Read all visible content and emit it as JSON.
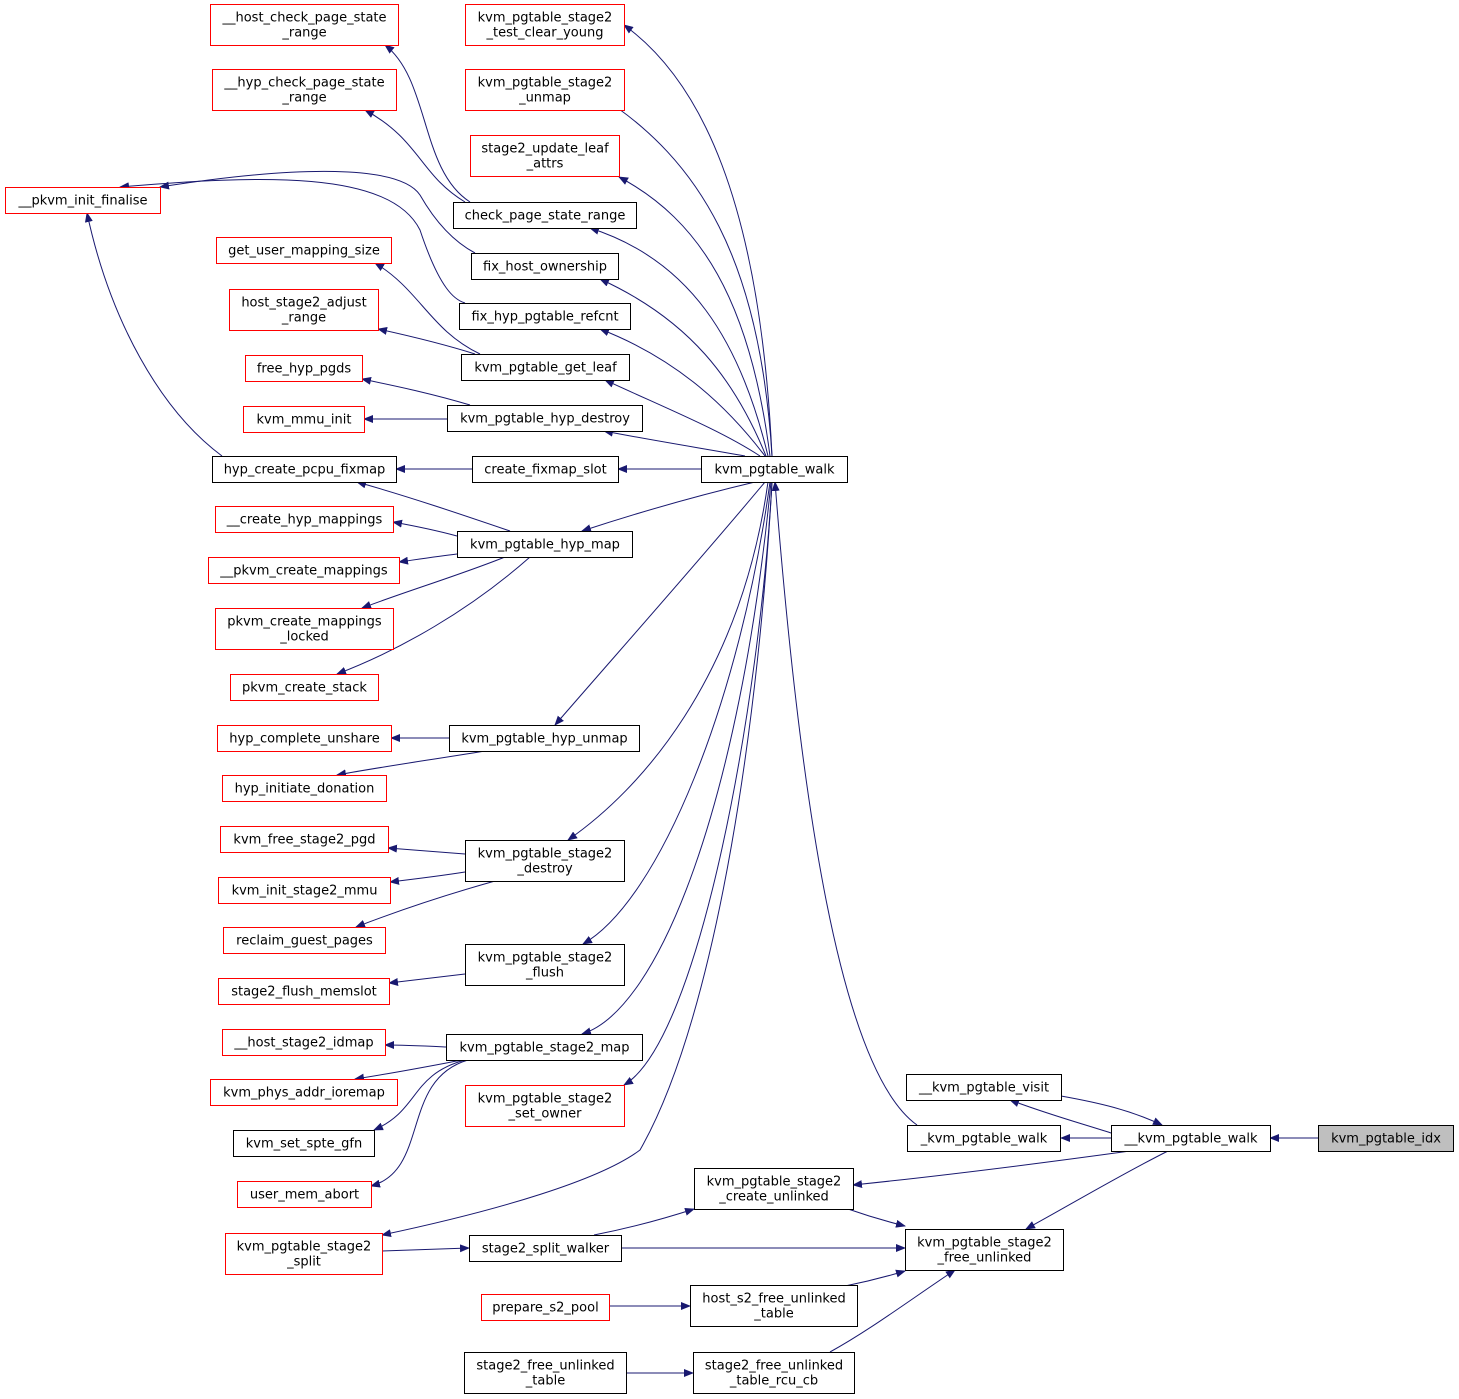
{
  "graph": {
    "edge_color": "#191970",
    "link_box_color": "#ff0000",
    "node_box_color": "#000000",
    "focus_fill": "#bfbfbf",
    "nodes": [
      {
        "id": "host_check",
        "lines": [
          "__host_check_page_state",
          "_range"
        ],
        "style": "red"
      },
      {
        "id": "hyp_check",
        "lines": [
          "__hyp_check_page_state",
          "_range"
        ],
        "style": "red"
      },
      {
        "id": "pkvm_init_finalise",
        "lines": [
          "__pkvm_init_finalise"
        ],
        "style": "red"
      },
      {
        "id": "get_user_mapping_size",
        "lines": [
          "get_user_mapping_size"
        ],
        "style": "red"
      },
      {
        "id": "host_stage2_adjust",
        "lines": [
          "host_stage2_adjust",
          "_range"
        ],
        "style": "red"
      },
      {
        "id": "free_hyp_pgds",
        "lines": [
          "free_hyp_pgds"
        ],
        "style": "red"
      },
      {
        "id": "kvm_mmu_init",
        "lines": [
          "kvm_mmu_init"
        ],
        "style": "red"
      },
      {
        "id": "hyp_create_pcpu_fixmap",
        "lines": [
          "hyp_create_pcpu_fixmap"
        ],
        "style": "black"
      },
      {
        "id": "create_hyp_mappings",
        "lines": [
          "__create_hyp_mappings"
        ],
        "style": "red"
      },
      {
        "id": "pkvm_create_mappings",
        "lines": [
          "__pkvm_create_mappings"
        ],
        "style": "red"
      },
      {
        "id": "pkvm_create_mappings_locked",
        "lines": [
          "pkvm_create_mappings",
          "_locked"
        ],
        "style": "red"
      },
      {
        "id": "pkvm_create_stack",
        "lines": [
          "pkvm_create_stack"
        ],
        "style": "red"
      },
      {
        "id": "hyp_complete_unshare",
        "lines": [
          "hyp_complete_unshare"
        ],
        "style": "red"
      },
      {
        "id": "hyp_initiate_donation",
        "lines": [
          "hyp_initiate_donation"
        ],
        "style": "red"
      },
      {
        "id": "kvm_free_stage2_pgd",
        "lines": [
          "kvm_free_stage2_pgd"
        ],
        "style": "red"
      },
      {
        "id": "kvm_init_stage2_mmu",
        "lines": [
          "kvm_init_stage2_mmu"
        ],
        "style": "red"
      },
      {
        "id": "reclaim_guest_pages",
        "lines": [
          "reclaim_guest_pages"
        ],
        "style": "red"
      },
      {
        "id": "stage2_flush_memslot",
        "lines": [
          "stage2_flush_memslot"
        ],
        "style": "red"
      },
      {
        "id": "host_stage2_idmap",
        "lines": [
          "__host_stage2_idmap"
        ],
        "style": "red"
      },
      {
        "id": "kvm_phys_addr_ioremap",
        "lines": [
          "kvm_phys_addr_ioremap"
        ],
        "style": "red"
      },
      {
        "id": "kvm_set_spte_gfn",
        "lines": [
          "kvm_set_spte_gfn"
        ],
        "style": "black"
      },
      {
        "id": "user_mem_abort",
        "lines": [
          "user_mem_abort"
        ],
        "style": "red"
      },
      {
        "id": "kvm_pgtable_stage2_split",
        "lines": [
          "kvm_pgtable_stage2",
          "_split"
        ],
        "style": "red"
      },
      {
        "id": "prepare_s2_pool",
        "lines": [
          "prepare_s2_pool"
        ],
        "style": "red"
      },
      {
        "id": "stage2_free_unlinked_table",
        "lines": [
          "stage2_free_unlinked",
          "_table"
        ],
        "style": "black"
      },
      {
        "id": "test_clear_young",
        "lines": [
          "kvm_pgtable_stage2",
          "_test_clear_young"
        ],
        "style": "red"
      },
      {
        "id": "stage2_unmap",
        "lines": [
          "kvm_pgtable_stage2",
          "_unmap"
        ],
        "style": "red"
      },
      {
        "id": "stage2_update_leaf_attrs",
        "lines": [
          "stage2_update_leaf",
          "_attrs"
        ],
        "style": "red"
      },
      {
        "id": "check_page_state_range",
        "lines": [
          "check_page_state_range"
        ],
        "style": "black"
      },
      {
        "id": "fix_host_ownership",
        "lines": [
          "fix_host_ownership"
        ],
        "style": "black"
      },
      {
        "id": "fix_hyp_pgtable_refcnt",
        "lines": [
          "fix_hyp_pgtable_refcnt"
        ],
        "style": "black"
      },
      {
        "id": "kvm_pgtable_get_leaf",
        "lines": [
          "kvm_pgtable_get_leaf"
        ],
        "style": "black"
      },
      {
        "id": "kvm_pgtable_hyp_destroy",
        "lines": [
          "kvm_pgtable_hyp_destroy"
        ],
        "style": "black"
      },
      {
        "id": "create_fixmap_slot",
        "lines": [
          "create_fixmap_slot"
        ],
        "style": "black"
      },
      {
        "id": "kvm_pgtable_hyp_map",
        "lines": [
          "kvm_pgtable_hyp_map"
        ],
        "style": "black"
      },
      {
        "id": "kvm_pgtable_hyp_unmap",
        "lines": [
          "kvm_pgtable_hyp_unmap"
        ],
        "style": "black"
      },
      {
        "id": "stage2_destroy",
        "lines": [
          "kvm_pgtable_stage2",
          "_destroy"
        ],
        "style": "black"
      },
      {
        "id": "stage2_flush",
        "lines": [
          "kvm_pgtable_stage2",
          "_flush"
        ],
        "style": "black"
      },
      {
        "id": "stage2_map",
        "lines": [
          "kvm_pgtable_stage2_map"
        ],
        "style": "black"
      },
      {
        "id": "stage2_set_owner",
        "lines": [
          "kvm_pgtable_stage2",
          "_set_owner"
        ],
        "style": "red"
      },
      {
        "id": "stage2_create_unlinked",
        "lines": [
          "kvm_pgtable_stage2",
          "_create_unlinked"
        ],
        "style": "black"
      },
      {
        "id": "stage2_split_walker",
        "lines": [
          "stage2_split_walker"
        ],
        "style": "black"
      },
      {
        "id": "host_s2_free_unlinked_table",
        "lines": [
          "host_s2_free_unlinked",
          "_table"
        ],
        "style": "black"
      },
      {
        "id": "stage2_free_unlinked_table_rcu_cb",
        "lines": [
          "stage2_free_unlinked",
          "_table_rcu_cb"
        ],
        "style": "black"
      },
      {
        "id": "kvm_pgtable_walk",
        "lines": [
          "kvm_pgtable_walk"
        ],
        "style": "black"
      },
      {
        "id": "kvm_pgtable_visit",
        "lines": [
          "__kvm_pgtable_visit"
        ],
        "style": "black"
      },
      {
        "id": "_kvm_pgtable_walk",
        "lines": [
          "_kvm_pgtable_walk"
        ],
        "style": "black"
      },
      {
        "id": "stage2_free_unlinked",
        "lines": [
          "kvm_pgtable_stage2",
          "_free_unlinked"
        ],
        "style": "black"
      },
      {
        "id": "__kvm_pgtable_walk",
        "lines": [
          "__kvm_pgtable_walk"
        ],
        "style": "black"
      },
      {
        "id": "kvm_pgtable_idx",
        "lines": [
          "kvm_pgtable_idx"
        ],
        "style": "focus"
      }
    ],
    "edges": [
      [
        "host_check",
        "check_page_state_range"
      ],
      [
        "hyp_check",
        "check_page_state_range"
      ],
      [
        "pkvm_init_finalise",
        "fix_host_ownership"
      ],
      [
        "pkvm_init_finalise",
        "fix_hyp_pgtable_refcnt"
      ],
      [
        "pkvm_init_finalise",
        "hyp_create_pcpu_fixmap"
      ],
      [
        "get_user_mapping_size",
        "kvm_pgtable_get_leaf"
      ],
      [
        "host_stage2_adjust",
        "kvm_pgtable_get_leaf"
      ],
      [
        "free_hyp_pgds",
        "kvm_pgtable_hyp_destroy"
      ],
      [
        "kvm_mmu_init",
        "kvm_pgtable_hyp_destroy"
      ],
      [
        "hyp_create_pcpu_fixmap",
        "create_fixmap_slot"
      ],
      [
        "hyp_create_pcpu_fixmap",
        "kvm_pgtable_hyp_map"
      ],
      [
        "create_hyp_mappings",
        "kvm_pgtable_hyp_map"
      ],
      [
        "pkvm_create_mappings",
        "kvm_pgtable_hyp_map"
      ],
      [
        "pkvm_create_mappings_locked",
        "kvm_pgtable_hyp_map"
      ],
      [
        "pkvm_create_stack",
        "kvm_pgtable_hyp_map"
      ],
      [
        "hyp_complete_unshare",
        "kvm_pgtable_hyp_unmap"
      ],
      [
        "hyp_initiate_donation",
        "kvm_pgtable_hyp_unmap"
      ],
      [
        "kvm_free_stage2_pgd",
        "stage2_destroy"
      ],
      [
        "kvm_init_stage2_mmu",
        "stage2_destroy"
      ],
      [
        "reclaim_guest_pages",
        "stage2_destroy"
      ],
      [
        "stage2_flush_memslot",
        "stage2_flush"
      ],
      [
        "host_stage2_idmap",
        "stage2_map"
      ],
      [
        "kvm_phys_addr_ioremap",
        "stage2_map"
      ],
      [
        "kvm_set_spte_gfn",
        "stage2_map"
      ],
      [
        "user_mem_abort",
        "stage2_map"
      ],
      [
        "kvm_pgtable_stage2_split",
        "kvm_pgtable_walk"
      ],
      [
        "stage2_split_walker",
        "kvm_pgtable_stage2_split"
      ],
      [
        "test_clear_young",
        "kvm_pgtable_walk"
      ],
      [
        "stage2_unmap",
        "kvm_pgtable_walk"
      ],
      [
        "stage2_update_leaf_attrs",
        "kvm_pgtable_walk"
      ],
      [
        "check_page_state_range",
        "kvm_pgtable_walk"
      ],
      [
        "fix_host_ownership",
        "kvm_pgtable_walk"
      ],
      [
        "fix_hyp_pgtable_refcnt",
        "kvm_pgtable_walk"
      ],
      [
        "kvm_pgtable_get_leaf",
        "kvm_pgtable_walk"
      ],
      [
        "kvm_pgtable_hyp_destroy",
        "kvm_pgtable_walk"
      ],
      [
        "create_fixmap_slot",
        "kvm_pgtable_walk"
      ],
      [
        "kvm_pgtable_hyp_map",
        "kvm_pgtable_walk"
      ],
      [
        "kvm_pgtable_hyp_unmap",
        "kvm_pgtable_walk"
      ],
      [
        "stage2_destroy",
        "kvm_pgtable_walk"
      ],
      [
        "stage2_flush",
        "kvm_pgtable_walk"
      ],
      [
        "stage2_map",
        "kvm_pgtable_walk"
      ],
      [
        "stage2_set_owner",
        "kvm_pgtable_walk"
      ],
      [
        "kvm_pgtable_walk",
        "_kvm_pgtable_walk"
      ],
      [
        "_kvm_pgtable_walk",
        "__kvm_pgtable_walk"
      ],
      [
        "__kvm_pgtable_walk",
        "kvm_pgtable_visit"
      ],
      [
        "kvm_pgtable_visit",
        "__kvm_pgtable_walk"
      ],
      [
        "__kvm_pgtable_walk",
        "kvm_pgtable_idx"
      ],
      [
        "stage2_create_unlinked",
        "__kvm_pgtable_walk"
      ],
      [
        "stage2_create_unlinked",
        "stage2_split_walker"
      ],
      [
        "stage2_free_unlinked",
        "__kvm_pgtable_walk"
      ],
      [
        "stage2_free_unlinked",
        "stage2_create_unlinked"
      ],
      [
        "stage2_free_unlinked",
        "stage2_split_walker"
      ],
      [
        "stage2_free_unlinked",
        "host_s2_free_unlinked_table"
      ],
      [
        "stage2_free_unlinked",
        "stage2_free_unlinked_table_rcu_cb"
      ],
      [
        "host_s2_free_unlinked_table",
        "prepare_s2_pool"
      ],
      [
        "stage2_free_unlinked_table_rcu_cb",
        "stage2_free_unlinked_table"
      ]
    ]
  }
}
